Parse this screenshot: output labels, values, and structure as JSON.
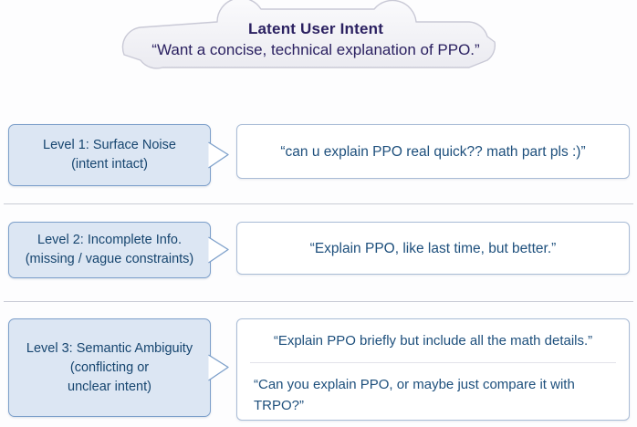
{
  "cloud": {
    "title": "Latent User Intent",
    "quote": "“Want a concise, technical explanation of PPO.”"
  },
  "colors": {
    "background": "#fdfdfe",
    "cloud_fill": "#f2f2f6",
    "cloud_border": "#c9c9d6",
    "cloud_text": "#2b2161",
    "label_fill": "#dce6f3",
    "label_border": "#7c9fca",
    "label_text": "#16456f",
    "quote_border": "#a9bcd6",
    "quote_text": "#1d4f7c",
    "separator": "#c9ccd6"
  },
  "levels": [
    {
      "label_lines": [
        "Level 1: Surface Noise",
        "(intent intact)"
      ],
      "quotes": [
        "“can u explain PPO real quick?? math part pls :)”"
      ]
    },
    {
      "label_lines": [
        "Level 2: Incomplete Info.",
        "(missing / vague constraints)"
      ],
      "quotes": [
        "“Explain PPO, like last time, but better.”"
      ]
    },
    {
      "label_lines": [
        "Level 3: Semantic Ambiguity",
        "(conflicting or",
        "unclear intent)"
      ],
      "quotes": [
        "“Explain PPO briefly but include all the math details.”",
        "“Can you explain PPO, or maybe just compare it with TRPO?”"
      ]
    }
  ]
}
